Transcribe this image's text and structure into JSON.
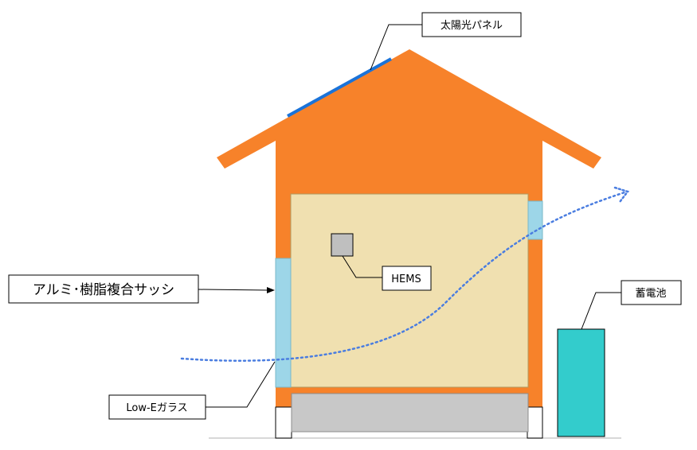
{
  "colors": {
    "house": "#f7822a",
    "interior": "#f0e0b0",
    "window": "#9dd6e8",
    "battery": "#33cccc",
    "foundation": "#c8c8c8",
    "solar_panel": "#1a73d9",
    "airflow": "#4a7de0"
  },
  "labels": {
    "solar_panel": "太陽光パネル",
    "hems": "HEMS",
    "sash": "アルミ･樹脂複合サッシ",
    "battery": "蓄電池",
    "low_e_glass": "Low-Eガラス"
  }
}
